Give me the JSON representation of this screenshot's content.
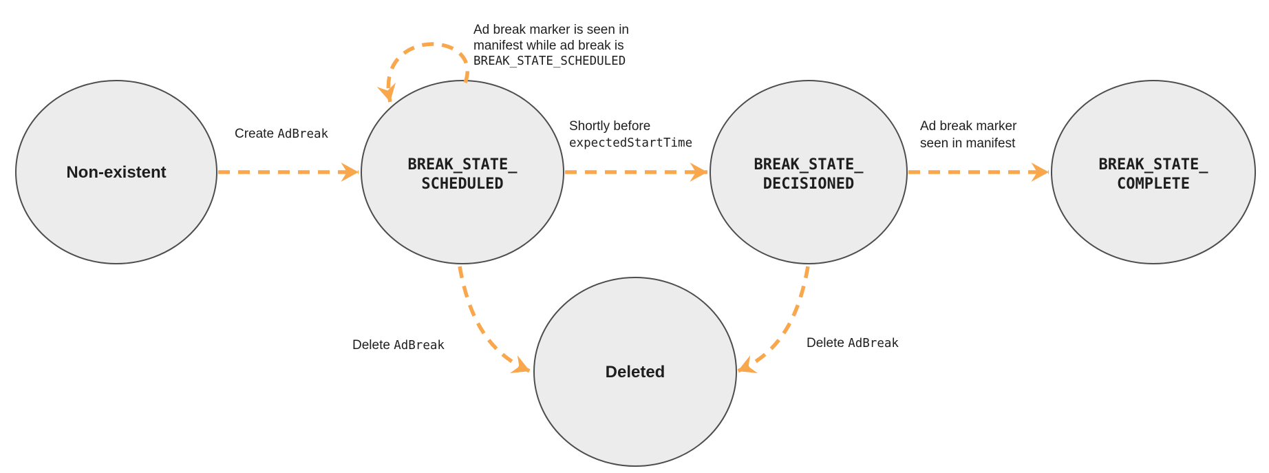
{
  "colors": {
    "arrow": "#F9A74D",
    "node_fill": "#ECECEC",
    "node_stroke": "#4D4D4D",
    "text": "#1E1E1E"
  },
  "states": {
    "non_existent": {
      "label": "Non-existent"
    },
    "scheduled": {
      "line1": "BREAK_STATE_",
      "line2": "SCHEDULED"
    },
    "decisioned": {
      "line1": "BREAK_STATE_",
      "line2": "DECISIONED"
    },
    "complete": {
      "line1": "BREAK_STATE_",
      "line2": "COMPLETE"
    },
    "deleted": {
      "label": "Deleted"
    }
  },
  "transitions": {
    "create": {
      "prefix": "Create",
      "code": "AdBreak"
    },
    "self_loop": {
      "line1": "Ad break marker is seen in",
      "line2": "manifest while ad break is",
      "line3": "BREAK_STATE_SCHEDULED"
    },
    "decision": {
      "line1": "Shortly before",
      "code": "expectedStartTime"
    },
    "complete": {
      "line1": "Ad break marker",
      "line2": "seen in manifest"
    },
    "delete_scheduled": {
      "prefix": "Delete",
      "code": "AdBreak"
    },
    "delete_decisioned": {
      "prefix": "Delete",
      "code": "AdBreak"
    }
  }
}
